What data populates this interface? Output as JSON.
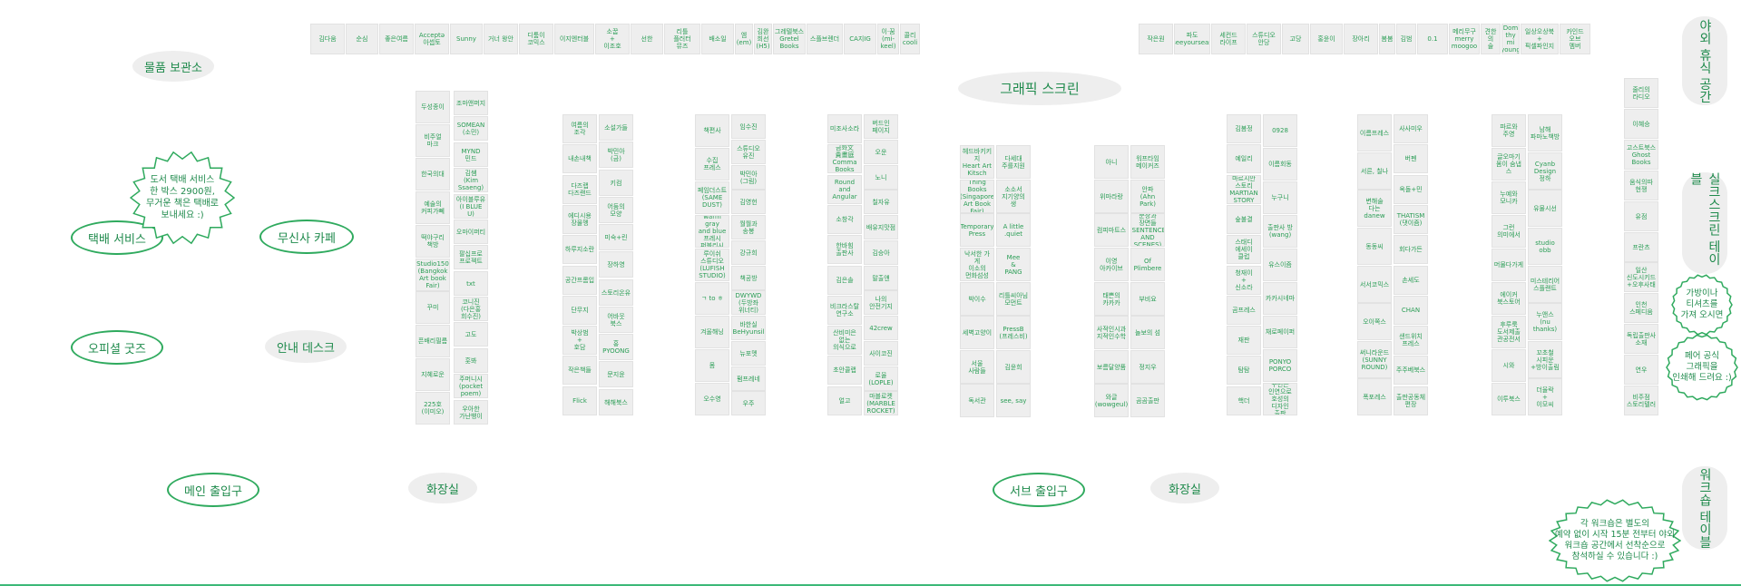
{
  "title": "",
  "top_left_booths": [
    "김다움",
    "순심",
    "좋은여름",
    "Acceptə\n아셉토",
    "Sunny",
    "거너 왕안",
    "디툼이\n코믹스",
    "이지엔터블",
    "소꿉\n+\n이조호",
    "선한",
    "리틀\n플러터\n뮤즈",
    "배소일",
    "엠\n(em)",
    "김완\n희선\n(H5)",
    "그레텔북스\nGretel\nBooks",
    "스플브렌더",
    "CA지IG",
    "이·꿈\n(mi-\nkeel)",
    "콜리\ncooli"
  ],
  "top_right_booths": [
    "작은원",
    "파도\nseeyourseas",
    "세컨드\n라이프",
    "스튜디오\n안당",
    "고당",
    "홍윤이",
    "장아리",
    "봄봄",
    "김범",
    "0.1",
    "메리무구\nmerry\nmoogoo",
    "견한\n의\n술",
    "Dom\nthy\nmi\nyoung",
    "일상오상북\n+\n픽셀파인지",
    "카인드\n오브\n멤버"
  ],
  "cols": [
    [
      "두성종이",
      "비주얼\n마크",
      "한국의대",
      "예술의\n커피가뻬",
      "떡야구리\n책방",
      "Studio150\n(Bangkok\nArt book\nFair)",
      "꾸미",
      "픈배리필름",
      "지혜로운",
      "225호\n(이미오)"
    ],
    [
      "조마앤퍼지",
      "SOMEAN\n(소민)",
      "MYND\n민드",
      "김쌤\n(Kim\nSsaeng)",
      "아이블루유\n(I BLUE U)",
      "오마이퍼티",
      "팔십프로\n프로젝트",
      "txt",
      "코니진\n(다은홍\n희수진)",
      "고도",
      "훗봐",
      "주머니시\n(pocket\npoem)",
      "우아한\n가난뱅이"
    ],
    [
      "여름의 조각",
      "내손내책",
      "다즈랩\n다즈랜드",
      "에디시용\n장물멩",
      "하루지소란",
      "공간프롬입",
      "단무지",
      "박상범\n+\n호담",
      "작은책들",
      "Flick"
    ],
    [
      "소설가들",
      "박민아\n(금)",
      "키컴",
      "어둠의 모양",
      "미숙+린",
      "장하영",
      "스토리온유",
      "어바웃\n북스",
      "홍\nPYOONG",
      "문지윤",
      "해해북스"
    ],
    [
      "책편사",
      "수집 프레스",
      "페임더스트\n(SAME\nDUST)",
      "warm gray\nand blue\n프레시\n퍼블리시",
      "루이쉬\n스튜디오\n(LUFISH\nSTUDIO)",
      "ㄱ to ㅎ",
      "겨울해닝",
      "몸",
      "오수영"
    ],
    [
      "임수진",
      "스튜디오\n유진",
      "박민아\n(그림)",
      "김영헌",
      "월월과 송봉",
      "강규희",
      "책공방",
      "DWYWD\n(두방좌\n위너티)",
      "바한실\nBeHyunsil",
      "뉴포멧",
      "펌프레네",
      "우주"
    ],
    [
      "미조사소라",
      "금화文\n貴畫庭\nComma\nBooks",
      "Round\nand\nAngular",
      "소창각",
      "한바힘\n출판사",
      "김은솔",
      "비크라스탈\n연구소",
      "산비미은\n없는 의식으로",
      "초안콜랩",
      "얼고"
    ],
    [
      "버드인\n페이지",
      "오운",
      "노니",
      "칠자유",
      "배유지맛점",
      "김승아",
      "말출앤",
      "나의\n안전기지",
      "42crew",
      "사이코진",
      "로율\n(LOPLE)",
      "마블로켓\n(MARBLE\nROCKET)"
    ],
    [
      "헤드바키키\n지\nHeart Art\nKitsch",
      "Thing Books\n(Singapore\nArt Book Fair)",
      "Temporary\nPress",
      "낙서한 가\n게\n이소의\n먼화섬성",
      "박이수",
      "세벽고양이",
      "서울 사람들",
      "독서관"
    ],
    [
      "다세대\n주를지원",
      "소소서\n지기양의\n생",
      "A little\n.quiet",
      "Mee\n&\nPANG",
      "리틀씨아님\n모먼트",
      "PressB\n(프레스비)",
      "김윤희",
      "see, say"
    ],
    [
      "아니",
      "위마라랑",
      "컴피마트스",
      "이영\n아카이브",
      "태쁜의\n카카카",
      "사적인시과\n지적인수학",
      "보름달양품",
      "와글\n(wowgeul)"
    ],
    [
      "워프타임\n메이커즈",
      "안파\n(Ahn Park)",
      "문장과\n장면들\n(SENTENCE\nAND\nSCENES)",
      "Of\nPlimbere",
      "부비요",
      "놀보의 섬",
      "정지우",
      "곰곰출판"
    ],
    [
      "김봄정",
      "예일리",
      "마르시안\n스토리\nMARTIAN\nSTORY",
      "숲불결",
      "스태디\n에세이\n클럽",
      "청재이\n+\n신소라",
      "곰프레스",
      "재판",
      "탐탐",
      "핵더"
    ],
    [
      "0928",
      "이름회동",
      "누구니",
      "출판사 방\n(wang)",
      "유스이즘",
      "카카시네마",
      "채로페이퍼",
      "PONYO\nPORCO",
      "꾸면은\n인연으로\n호성의\n디자인 출판"
    ],
    [
      "이름프레스",
      "서른, 칠나",
      "변해술\n다는\ndanew",
      "동동씨",
      "서서코믹스",
      "오이쪽스",
      "써니라운드\n(SUNNY\nROUND)",
      "폭포레스"
    ],
    [
      "사사미우",
      "버펜",
      "옥돌+민",
      "THATISM\n(댓이즘)",
      "회다가든",
      "손세도",
      "CHAN",
      "샌드위치\n프레스",
      "주주베북스",
      "출판공동체\n편장"
    ],
    [
      "파르와 주영",
      "글오마기\n몸이 숨냅\n스",
      "누예와\n모니카",
      "그런\n의미에서",
      "머물다가게",
      "에이커\n북스토어",
      "후루룩\n도서제출\n관공전서",
      "시와",
      "이투북스"
    ],
    [
      "남해\n파마노책방",
      "Cyanb\nDesign\n정하",
      "유물시선",
      "studio\nobb",
      "미스테리어\n스플랜트",
      "누앤스\n(nu thanks)",
      "꼬초철\n시피운\n+방이출림",
      "더율락\n+\n이모씨"
    ],
    [
      "줄리의\n라디오",
      "이혜승",
      "고스트북스\nGhost\nBooks",
      "움식의따\n현쟁",
      "유점",
      "프란츠",
      "일산\n신도시키드\n+오후사태",
      "인천\n스페디움",
      "독립출판사\n소재",
      "연우",
      "비주점\n스토리텔러"
    ]
  ],
  "labels": {
    "storage": "물품 보관소",
    "delivery": "택배 서비스",
    "musinsa": "무신사 카페",
    "official_goods": "오피셜 굿즈",
    "info_desk": "안내 데스크",
    "main_entrance": "메인 출입구",
    "restroom": "화장실",
    "graphic_screen": "그래픽 스크린",
    "sub_entrance": "서브 출입구",
    "outdoor_rest": "야외\n휴식 공간",
    "silkscreen": "실크스크린\n테이블",
    "workshop_table": "워크숍\n테이블"
  },
  "notes": {
    "delivery_info": "도서 택배 서비스\n한 박스 2900원,\n무거운 책은 택배로\n보내세요 :)",
    "bring_bag": "가방이나\n티셔츠를\n가져 오시면",
    "print_graphic": "페어 공식\n그래픽을\n인쇄해 드려요 :)",
    "workshop_info": "각 워크숍은 별도의\n예약 없이 시작 15분 전부터 야외\n워크숍 공간에서 선착순으로\n참석하실 수 있습니다 :)"
  },
  "colors": {
    "accent": "#2faa5e",
    "text": "#1f8a4c",
    "booth": "#eeeeee"
  }
}
